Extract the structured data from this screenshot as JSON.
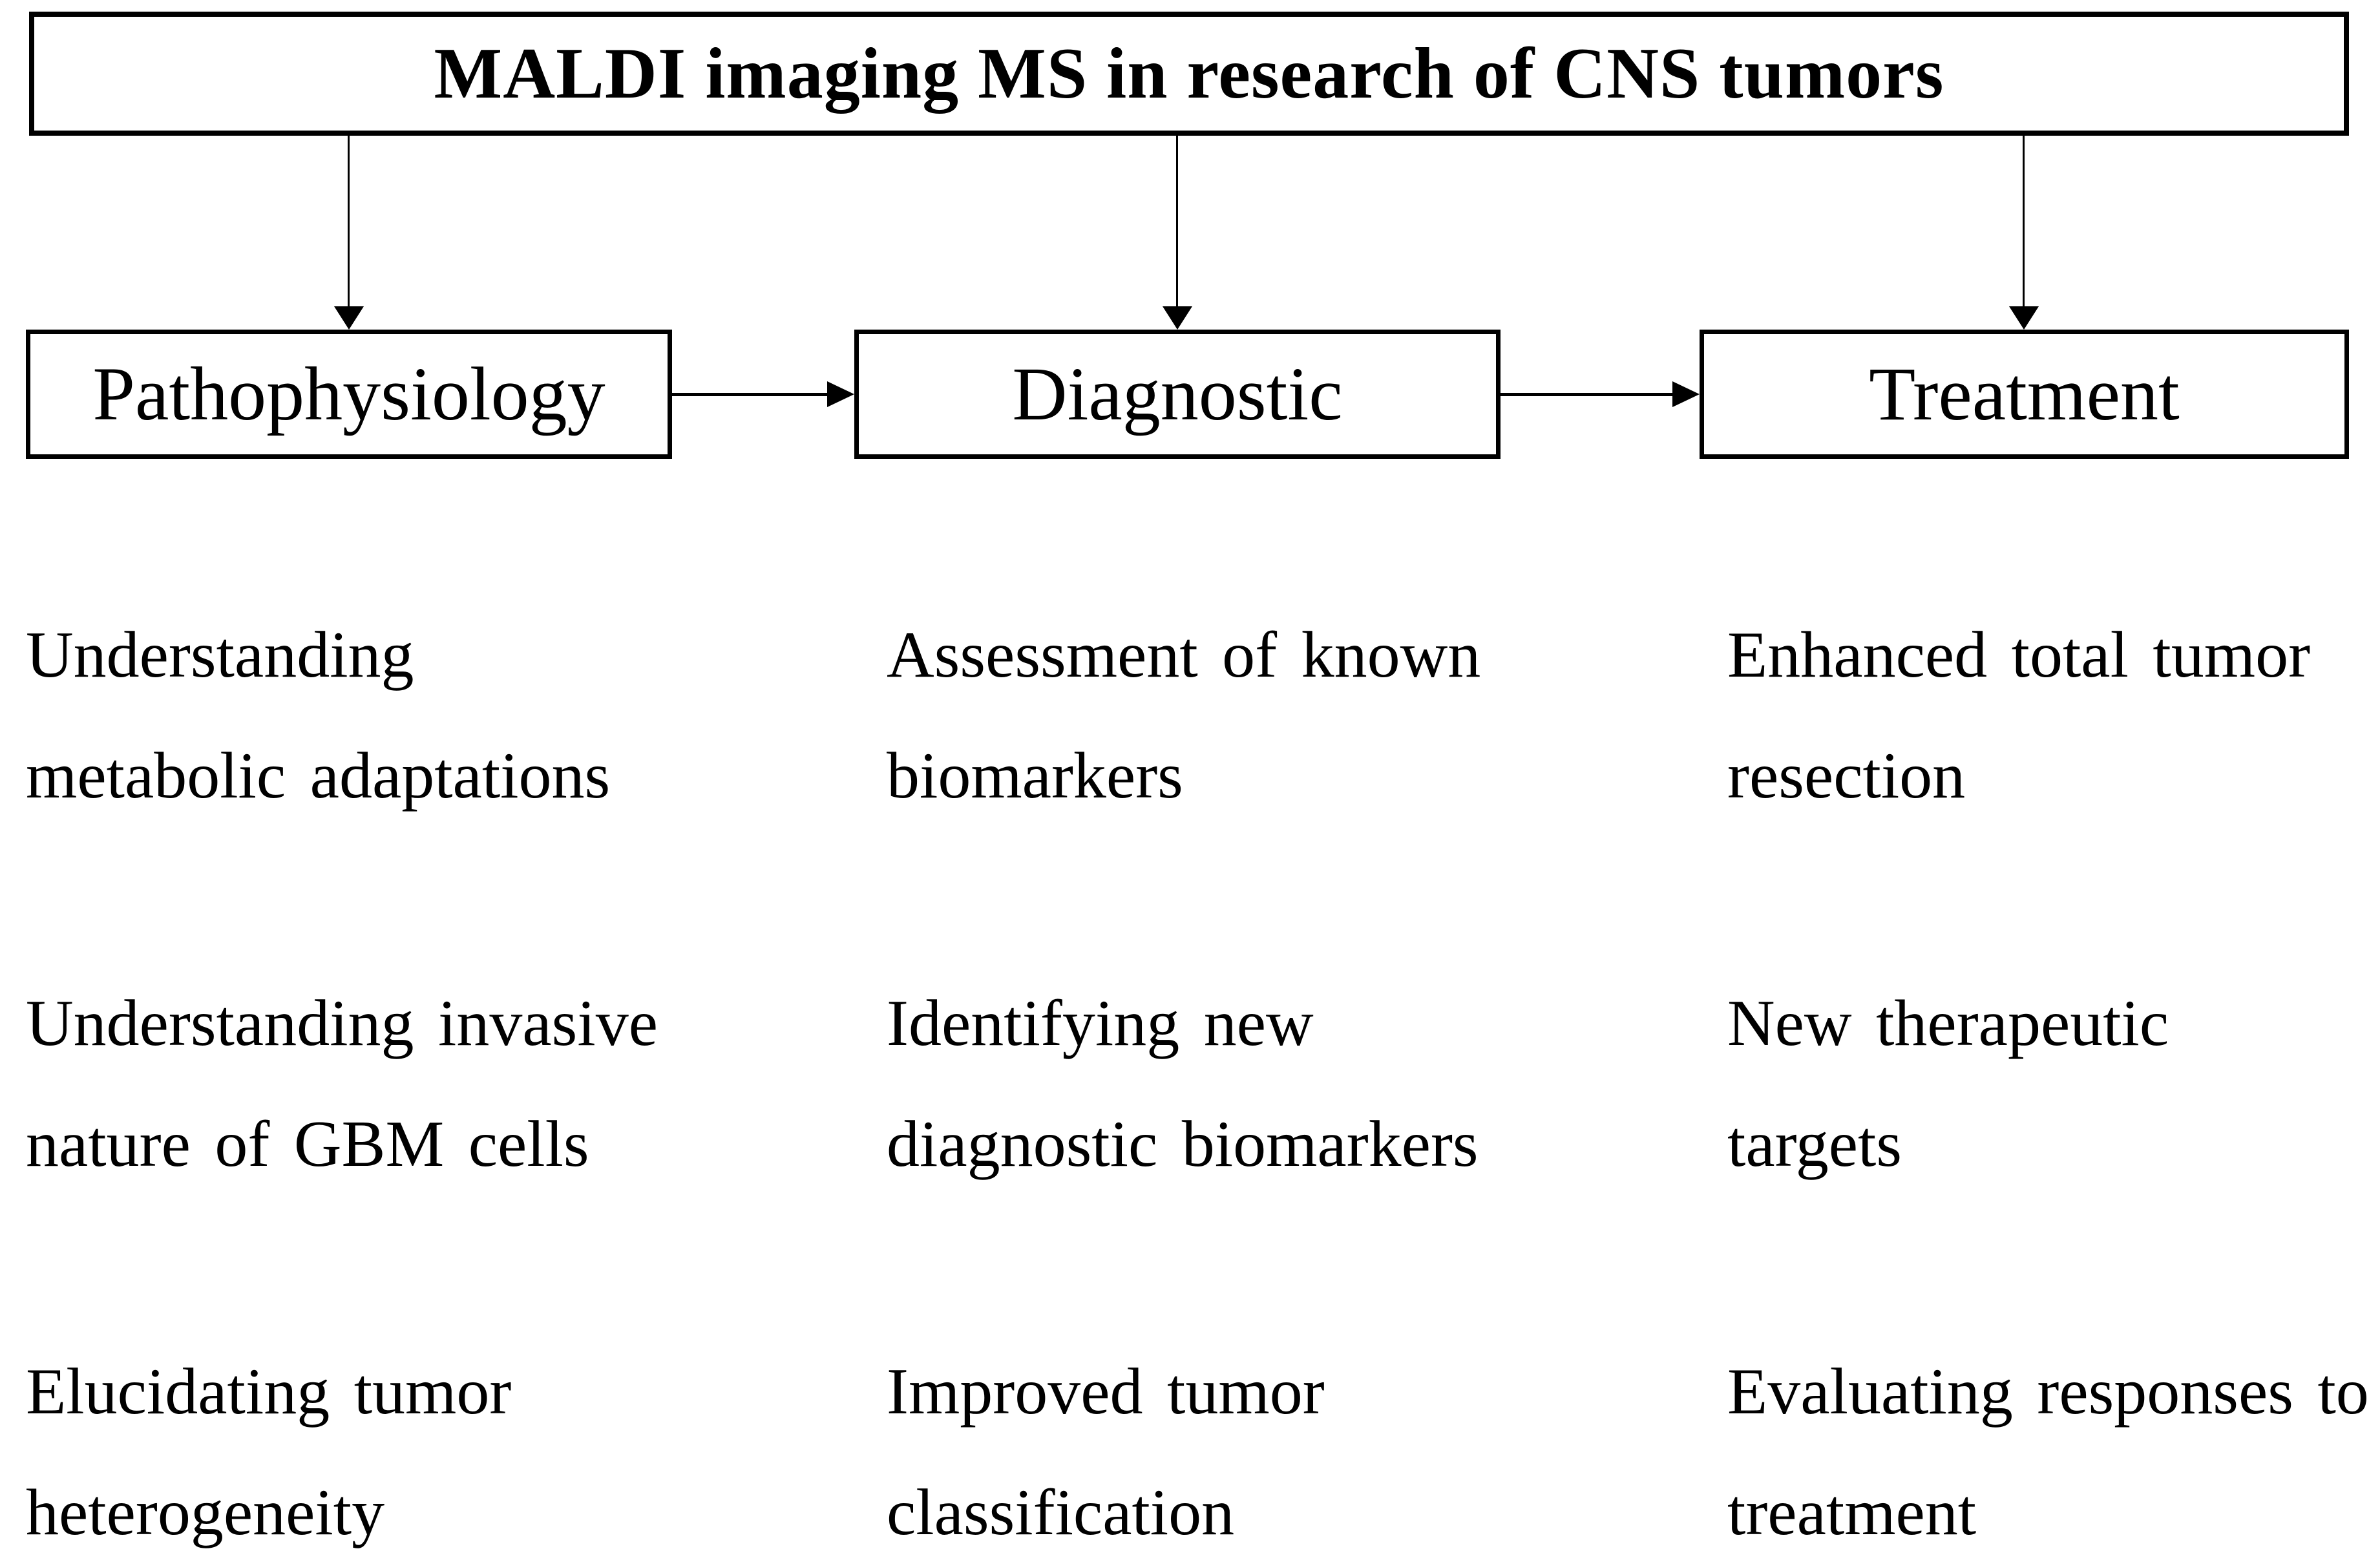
{
  "diagram": {
    "title": "MALDI imaging MS in research of CNS tumors",
    "colors": {
      "ink": "#000000",
      "background": "#ffffff"
    },
    "columns": [
      {
        "label": "Pathophysiology",
        "items": [
          {
            "line1": "Understanding",
            "line2": "metabolic adaptations"
          },
          {
            "line1": "Understanding invasive",
            "line2": "nature of GBM cells"
          },
          {
            "line1": "Elucidating tumor",
            "line2": "heterogeneity"
          }
        ]
      },
      {
        "label": "Diagnostic",
        "items": [
          {
            "line1": "Assessment of known",
            "line2": "biomarkers"
          },
          {
            "line1": "Identifying new",
            "line2": "diagnostic biomarkers"
          },
          {
            "line1": "Improved tumor",
            "line2": "classification"
          }
        ]
      },
      {
        "label": "Treatment",
        "items": [
          {
            "line1": "Enhanced total tumor",
            "line2": "resection"
          },
          {
            "line1": "New therapeutic",
            "line2": "targets"
          },
          {
            "line1": "Evaluating responses to",
            "line2": "treatment"
          }
        ]
      }
    ]
  }
}
